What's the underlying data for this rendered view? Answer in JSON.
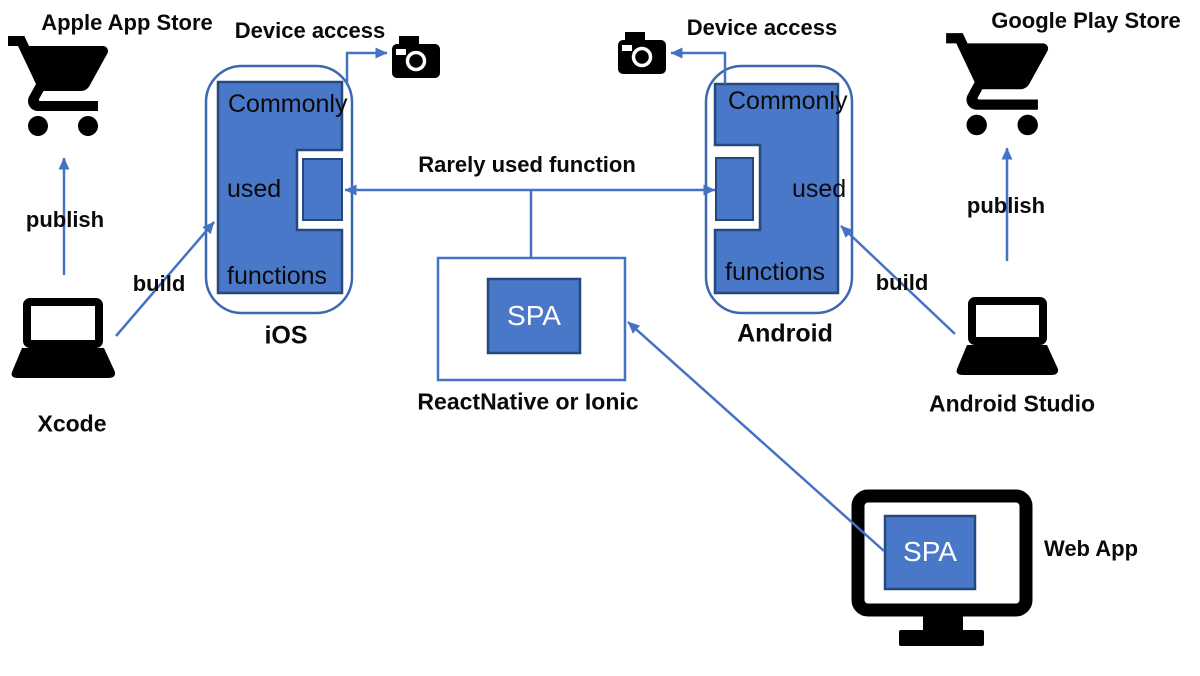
{
  "colors": {
    "screen_fill_blue": "#4A78C8",
    "screen_border_blue": "#25497F",
    "phone_outline_blue": "#3B68B0",
    "connector_blue": "#4472C4",
    "icon_black": "#000000",
    "text_black": "#0A0A0A",
    "spa_text_white": "#FFFFFF",
    "background_white": "#FFFFFF"
  },
  "left": {
    "store_title": "Apple App Store",
    "publish_label": "publish",
    "build_label": "build",
    "tool_label": "Xcode",
    "device_access_label": "Device access",
    "phone_label": "iOS",
    "screen_lines": [
      "Commonly",
      "used",
      "functions"
    ]
  },
  "right": {
    "store_title": "Google Play Store",
    "publish_label": "publish",
    "build_label": "build",
    "tool_label": "Android Studio",
    "device_access_label": "Device access",
    "phone_label": "Android",
    "screen_lines": [
      "Commonly",
      "used",
      "functions"
    ]
  },
  "center": {
    "connector_label": "Rarely used function",
    "framework_label": "ReactNative or Ionic",
    "spa_label": "SPA"
  },
  "web": {
    "app_label": "Web App",
    "spa_label": "SPA"
  }
}
